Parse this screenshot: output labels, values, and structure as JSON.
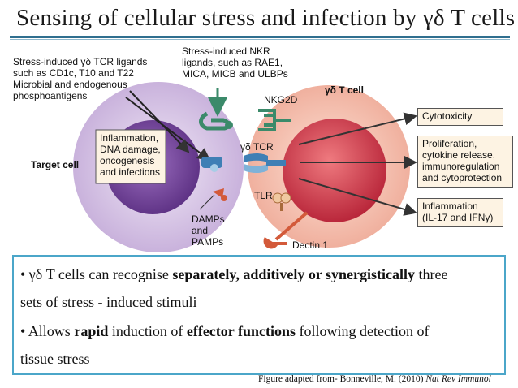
{
  "title": "Sensing of cellular stress and infection by γδ T cells",
  "diagram": {
    "tcr_ligands_label": [
      "Stress-induced γδ TCR ligands",
      "such as CD1c, T10 and T22",
      "Microbial and endogenous",
      "phosphoantigens"
    ],
    "nkr_ligands_label": [
      "Stress-induced NKR",
      "ligands, such as RAE1,",
      "MICA, MICB and ULBPs"
    ],
    "target_cell_label": "Target cell",
    "inner_box_label": [
      "Inflammation,",
      "DNA damage,",
      "oncogenesis",
      "and infections"
    ],
    "damps_label": [
      "DAMPs",
      "and",
      "PAMPs"
    ],
    "gd_t_cell_label": "γδ T cell",
    "nkg2d_label": "NKG2D",
    "tcr_label": "γδ TCR",
    "tlr_label": "TLR",
    "dectin_label": "Dectin 1",
    "outputs": [
      {
        "lines": [
          "Cytotoxicity"
        ]
      },
      {
        "lines": [
          "Proliferation,",
          "cytokine release,",
          "immunoregulation",
          "and cytoprotection"
        ]
      },
      {
        "lines": [
          "Inflammation",
          "(IL-17 and IFNγ)"
        ]
      }
    ]
  },
  "summary": {
    "line1_pre": "• γδ T cells can recognise ",
    "line1_bold": "separately, additively or synergistically",
    "line1_post": " three",
    "line2": "sets of stress - induced stimuli",
    "line3_pre": "• Allows ",
    "line3_bold1": "rapid",
    "line3_mid": " induction of ",
    "line3_bold2": "effector functions",
    "line3_post": " following detection of",
    "line4": "tissue stress"
  },
  "citation_text": "Figure adapted from- Bonneville, M. (2010) ",
  "citation_journal": "Nat Rev Immunol",
  "colors": {
    "accent_rule": "#2f6f8f",
    "box_border": "#4ba6c9",
    "target_outer": "#d9c8e6",
    "target_inner": "#6a3f8f",
    "tcell_outer": "#f4c4b4",
    "tcell_inner": "#c9384a",
    "output_box": "#fdf3e3",
    "receptor_green": "#3b8a6a",
    "receptor_blue": "#3f7fb5",
    "receptor_orange": "#d35a3a"
  }
}
